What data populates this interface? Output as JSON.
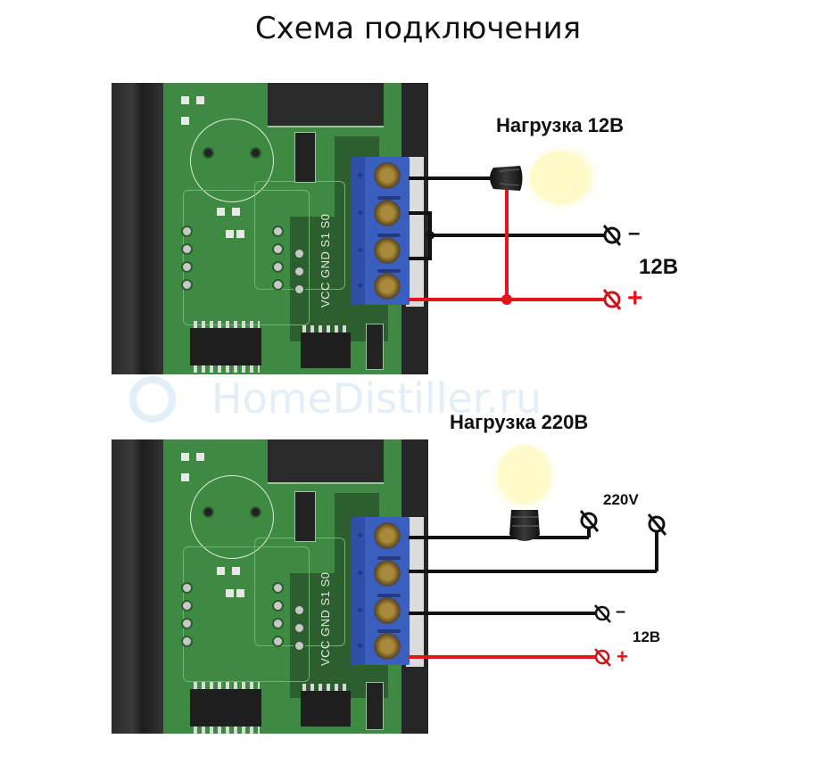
{
  "title": "Схема подключения",
  "watermark": "HomeDistiller.ru",
  "colors": {
    "wire_negative": "#111111",
    "wire_positive": "#e0161b",
    "terminal_block": "#3a5fbf",
    "pcb": "#3f8a43",
    "bulb_glow": "#fff7b0"
  },
  "terminal_labels": [
    "VCC",
    "GND",
    "S1",
    "S0"
  ],
  "terminal_silkscreen": "VCC GND S1 S0",
  "diagrams": [
    {
      "id": "load-12v",
      "load_label": "Нагрузка 12В",
      "supply_label": "12В",
      "negative_symbol": "–",
      "positive_symbol": "+",
      "connections": [
        {
          "terminal": "S0",
          "to": "lamp"
        },
        {
          "terminal": "S1",
          "to": "supply-negative",
          "bridged_with": "GND"
        },
        {
          "terminal": "GND",
          "to": "supply-negative"
        },
        {
          "terminal": "VCC",
          "to": "supply-positive",
          "also": "lamp"
        }
      ]
    },
    {
      "id": "load-220v",
      "load_label": "Нагрузка 220В",
      "mains_label": "220V",
      "supply_label": "12В",
      "negative_symbol": "–",
      "positive_symbol": "+",
      "connections": [
        {
          "terminal": "S0",
          "to": "lamp-220v"
        },
        {
          "terminal": "S1",
          "to": "mains-220v"
        },
        {
          "terminal": "GND",
          "to": "supply-negative"
        },
        {
          "terminal": "VCC",
          "to": "supply-positive"
        }
      ]
    }
  ]
}
